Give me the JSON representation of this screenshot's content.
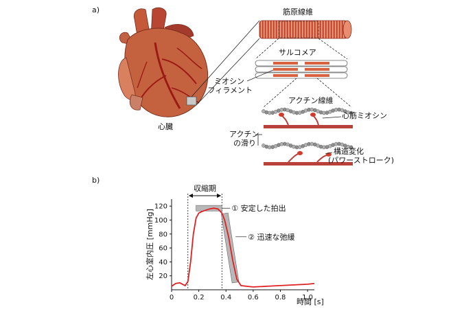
{
  "panels": {
    "a": "a)",
    "b": "b)"
  },
  "labels": {
    "heart": "心臓",
    "muscle_fiber": "筋原線維",
    "sarcomere": "サルコメア",
    "myosin_line1": "ミオシン",
    "myosin_line2": "フィラメント",
    "actin_filament": "アクチン線維",
    "cardiac_myosin": "心筋ミオシン",
    "actin_slide_line1": "アクチン",
    "actin_slide_line2": "の滑り",
    "conformation_line1": "構造変化",
    "conformation_line2": "(パワーストローク)"
  },
  "colors": {
    "muscle": "#c9472f",
    "heart": "#c4623f",
    "curve": "#e02020",
    "box": "#b8b8b8"
  },
  "chart_data": {
    "type": "line",
    "xlabel": "時間 [s]",
    "ylabel": "左心室内圧 [mmHg]",
    "xlim": [
      0,
      1.05
    ],
    "ylim": [
      0,
      130
    ],
    "xticks": [
      "0",
      "0.2",
      "0.4",
      "0.6",
      "0.8",
      "1.0"
    ],
    "yticks": [
      "20",
      "40",
      "60",
      "80",
      "100",
      "120"
    ],
    "grid": false,
    "x": [
      0,
      0.03,
      0.06,
      0.08,
      0.1,
      0.12,
      0.14,
      0.16,
      0.18,
      0.2,
      0.22,
      0.25,
      0.28,
      0.31,
      0.34,
      0.37,
      0.39,
      0.42,
      0.45,
      0.48,
      0.51,
      0.55,
      0.6,
      0.7,
      0.8,
      0.9,
      1.0,
      1.05
    ],
    "y": [
      5,
      9,
      10,
      8,
      6,
      12,
      40,
      80,
      103,
      110,
      112,
      114,
      116,
      117,
      116,
      110,
      100,
      75,
      42,
      15,
      6,
      5,
      4,
      5,
      6,
      7,
      8,
      9
    ],
    "annotations": [
      {
        "label": "① 安定した拍出"
      },
      {
        "label": "② 迅速な弛緩"
      },
      {
        "label": "収縮期",
        "x_range": [
          0.12,
          0.37
        ]
      }
    ]
  }
}
